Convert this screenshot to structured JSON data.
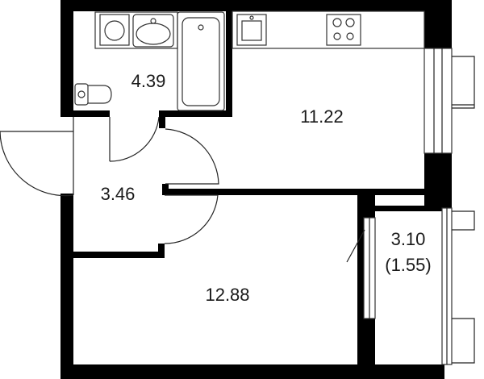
{
  "rooms": [
    {
      "name": "bathroom",
      "area": "4.39"
    },
    {
      "name": "kitchen-living",
      "area": "11.22"
    },
    {
      "name": "hallway",
      "area": "3.46"
    },
    {
      "name": "bedroom",
      "area": "12.88"
    },
    {
      "name": "balcony",
      "area": "3.10",
      "area_reduced": "(1.55)"
    }
  ],
  "colors": {
    "wall": "#000000",
    "line": "#222222",
    "background": "#ffffff"
  },
  "icons": [
    "door-swing-icon",
    "bathtub-icon",
    "sink-icon",
    "toilet-icon",
    "washing-machine-icon",
    "stove-icon",
    "kitchen-sink-icon",
    "window-icon"
  ]
}
